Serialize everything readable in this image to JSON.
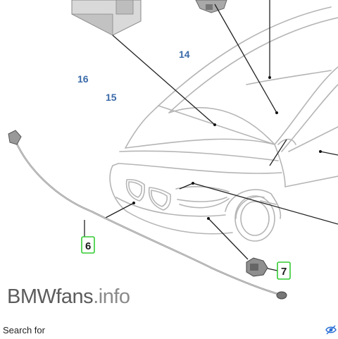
{
  "diagram": {
    "labels": {
      "l14": "14",
      "l15": "15",
      "l16": "16",
      "l6": "6",
      "l7": "7"
    },
    "callout_border_color": "#33cc33"
  },
  "watermark": {
    "brand": "BMWfans",
    "suffix": ".info"
  },
  "search": {
    "label": "Search for",
    "icon": "eye-search-icon",
    "icon_color": "#2a6fd6"
  }
}
